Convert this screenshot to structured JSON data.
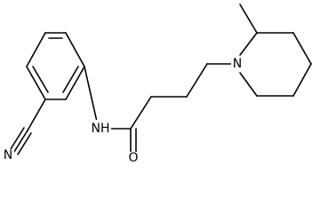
{
  "atoms": {
    "amide_nitrogen": "NH",
    "carbonyl_oxygen": "O",
    "nitrile_nitrogen": "N",
    "piperidine_nitrogen": "N"
  }
}
